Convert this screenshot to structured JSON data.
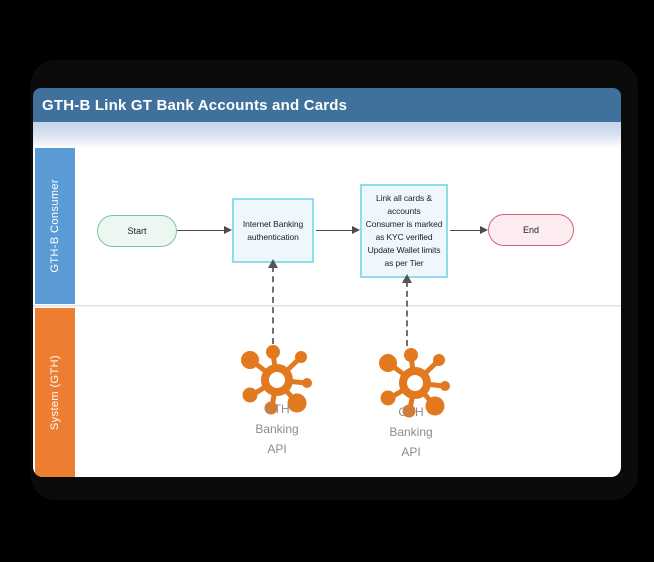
{
  "window": {
    "title": "GTH-B Link GT Bank Accounts and Cards"
  },
  "lanes": [
    {
      "label": "GTH-B Consumer",
      "color": "#5b9bd5"
    },
    {
      "label": "System (GTH)",
      "color": "#ed7d31"
    }
  ],
  "flow": {
    "start_label": "Start",
    "task_auth_label": "Internet Banking\nauthentication",
    "task_link_label": "Link all cards &\naccounts\nConsumer is marked\nas KYC verified\nUpdate Wallet limits\nas per Tier",
    "end_label": "End"
  },
  "apis": [
    {
      "label": "GTH\nBanking\nAPI"
    },
    {
      "label": "GTH\nBanking\nAPI"
    }
  ],
  "colors": {
    "title_bar": "#40719d",
    "pool_header_strip": "#c7d5eb",
    "lane_consumer": "#5b9bd5",
    "lane_system": "#ed7d31",
    "task_fill": "#eef8fc",
    "task_border": "#8edcec",
    "start_fill": "#edf7f1",
    "start_border": "#7cc49e",
    "end_fill": "#fcecef",
    "end_border": "#cd6579",
    "api_icon": "#e2791f",
    "connector": "#4a4a4a"
  }
}
